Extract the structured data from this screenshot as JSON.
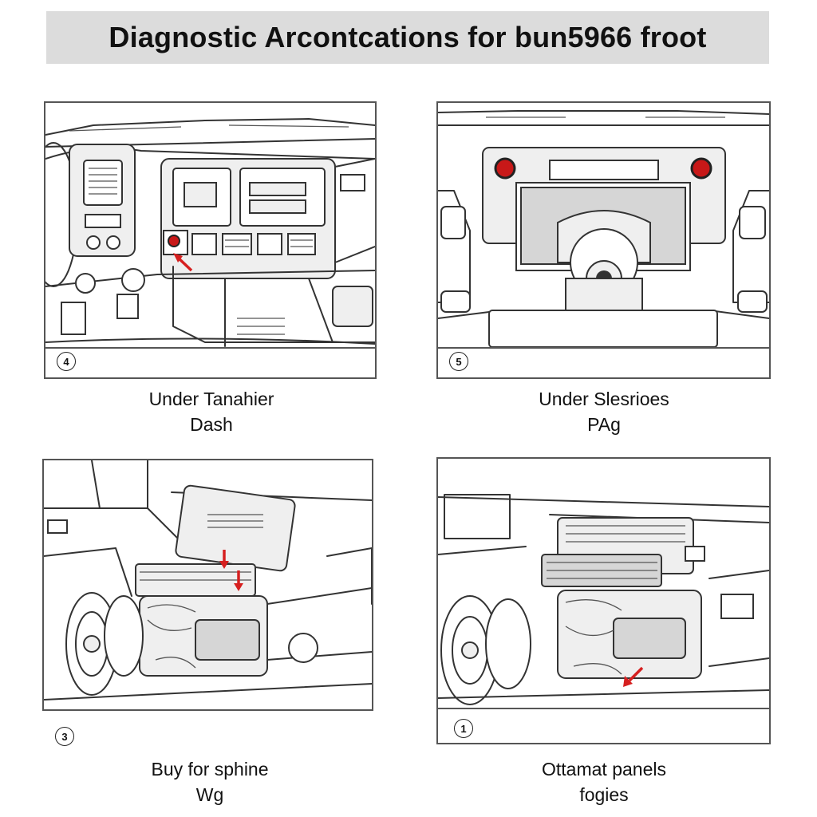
{
  "title": "Diagnostic Arcontcations for bun5966 froot",
  "colors": {
    "title_bg": "#dcdcdc",
    "arrow": "#d62020",
    "line": "#333333"
  },
  "panels": [
    {
      "number": "4",
      "caption_line1": "Under Tanahier",
      "caption_line2": "Dash"
    },
    {
      "number": "5",
      "caption_line1": "Under Slesrioes",
      "caption_line2": "PAg"
    },
    {
      "number": "3",
      "caption_line1": "Buy for sphine",
      "caption_line2": "Wg"
    },
    {
      "number": "1",
      "caption_line1": "Ottamat panels",
      "caption_line2": "fogies"
    }
  ]
}
